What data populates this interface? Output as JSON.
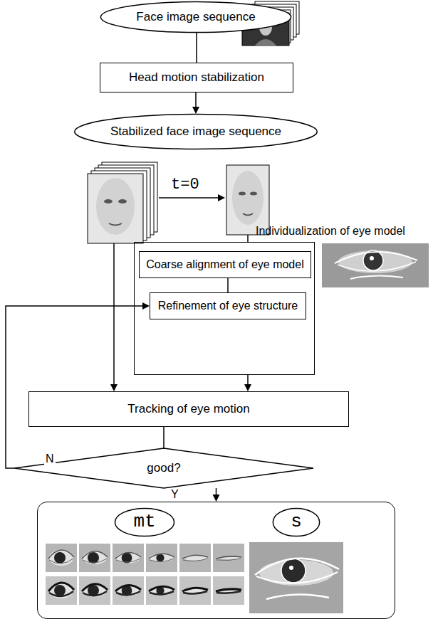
{
  "diagram": {
    "nodes": [
      {
        "text": [
          "Face image sequence"
        ]
      },
      {
        "text": [
          "Head motion stabilization"
        ]
      },
      {
        "text": [
          "Stabilized face image sequence"
        ]
      },
      {
        "text": [
          "Individualization of eye model"
        ]
      },
      {
        "text": [
          "Coarse alignment of eye model"
        ],
        "in": 3
      },
      {
        "text": [
          "Refinement of eye structure"
        ],
        "in": 3
      },
      {
        "text": [
          "Tracking of eye motion"
        ]
      },
      {
        "text": [
          "good?"
        ]
      },
      {
        "text": []
      },
      {
        "text": [
          "mt"
        ],
        "in": 8
      },
      {
        "text": [
          "s"
        ],
        "in": 8
      }
    ],
    "edges": [
      {
        "from": 0,
        "to": 1,
        "arrow": "none"
      },
      {
        "from": 1,
        "to": 2,
        "arrow": "to"
      },
      {
        "from": 4,
        "to": 5,
        "arrow": "none"
      },
      {
        "from": 3,
        "to": 6,
        "arrow": "to"
      },
      {
        "from": 6,
        "to": 7,
        "arrow": "none"
      },
      {
        "from": 7,
        "to": 5,
        "arrow": "to",
        "label": "N"
      },
      {
        "from": 7,
        "to": 8,
        "arrow": "to",
        "label": "Y"
      }
    ],
    "labels": [
      "t=0"
    ]
  }
}
